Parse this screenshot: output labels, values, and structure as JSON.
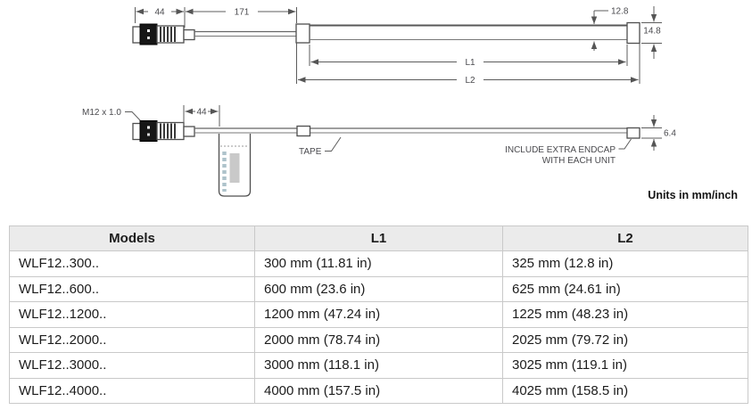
{
  "diagram": {
    "top_view": {
      "connector_length_dim": "44",
      "cable_length_dim": "171",
      "window_height_dim": "12.8",
      "housing_height_dim": "14.8",
      "l1_label": "L1",
      "l2_label": "L2"
    },
    "bottom_view": {
      "thread_label": "M12 x 1.0",
      "tag_offset_dim": "44",
      "tape_label": "TAPE",
      "endcap_note_line1": "INCLUDE EXTRA ENDCAP",
      "endcap_note_line2": "WITH EACH UNIT",
      "endcap_height_dim": "6.4"
    },
    "units_note": "Units in mm/inch"
  },
  "table": {
    "headers": [
      "Models",
      "L1",
      "L2"
    ],
    "rows": [
      [
        "WLF12..300..",
        "300 mm (11.81 in)",
        "325 mm (12.8 in)"
      ],
      [
        "WLF12..600..",
        "600 mm (23.6 in)",
        "625 mm (24.61 in)"
      ],
      [
        "WLF12..1200..",
        "1200 mm (47.24 in)",
        "1225 mm (48.23 in)"
      ],
      [
        "WLF12..2000..",
        "2000 mm (78.74 in)",
        "2025 mm (79.72 in)"
      ],
      [
        "WLF12..3000..",
        "3000 mm (118.1 in)",
        "3025 mm (119.1 in)"
      ],
      [
        "WLF12..4000..",
        "4000 mm (157.5 in)",
        "4025 mm (158.5 in)"
      ]
    ]
  },
  "colors": {
    "drawing_line": "#5c5c5c",
    "dim_text": "#4a4a4e",
    "table_border": "#c9c9c9",
    "table_header_bg": "#ebebeb"
  }
}
